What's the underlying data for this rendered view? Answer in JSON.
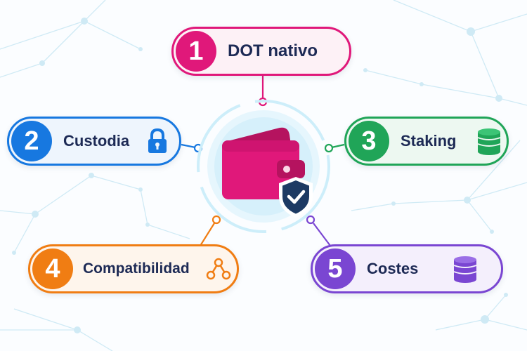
{
  "colors": {
    "pink": "#e0187a",
    "blue": "#1778e0",
    "green": "#20a558",
    "orange": "#f07d13",
    "purple": "#7a46d2",
    "text": "#1d2a55"
  },
  "hub": {
    "icon": "wallet-shield-icon"
  },
  "items": [
    {
      "number": "1",
      "label": "DOT nativo",
      "icon": ""
    },
    {
      "number": "2",
      "label": "Custodia",
      "icon": "padlock-icon"
    },
    {
      "number": "3",
      "label": "Staking",
      "icon": "coin-stack-icon"
    },
    {
      "number": "4",
      "label": "Compatibilidad",
      "icon": "network-nodes-icon"
    },
    {
      "number": "5",
      "label": "Costes",
      "icon": "coin-stack-icon"
    }
  ]
}
